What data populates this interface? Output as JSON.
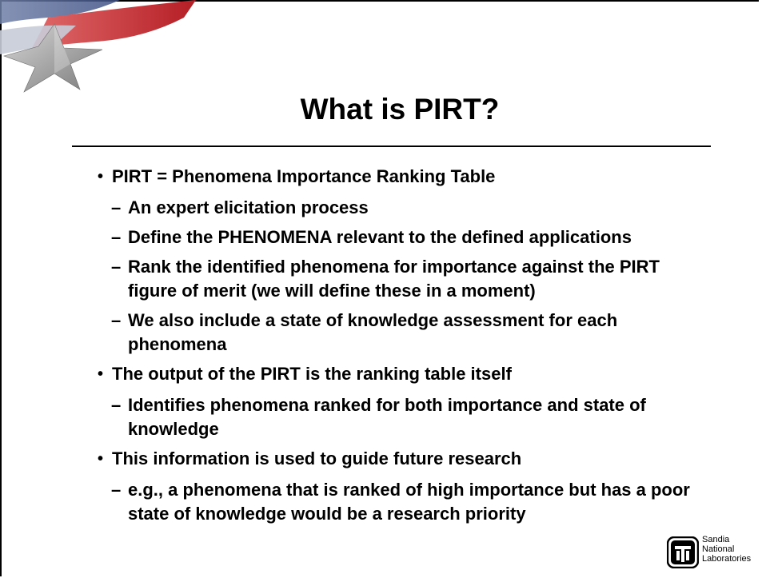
{
  "slide": {
    "title": "What is PIRT?",
    "items": [
      {
        "text": "PIRT = Phenomena Importance Ranking Table",
        "subs": [
          "An expert elicitation process",
          "Define the PHENOMENA relevant to the defined applications",
          "Rank the identified phenomena for importance against the PIRT figure of merit (we will define these in a moment)",
          "We also include a state of knowledge assessment for each phenomena"
        ]
      },
      {
        "text": "The output of the PIRT is the ranking table itself",
        "subs": [
          "Identifies phenomena ranked for both importance and state of knowledge"
        ]
      },
      {
        "text": "This information is used to guide future research",
        "subs": [
          "e.g., a phenomena that is ranked of high importance but has a poor state of knowledge would be a research priority"
        ]
      }
    ],
    "bullet_marker": "•",
    "sub_marker": "–"
  },
  "logo": {
    "line1": "Sandia",
    "line2": "National",
    "line3": "Laboratories",
    "icon": "sandia-thunderbird-icon"
  },
  "colors": {
    "star_red": "#c0262d",
    "star_blue": "#4a5d8c",
    "star_gray": "#8e8e8e"
  }
}
